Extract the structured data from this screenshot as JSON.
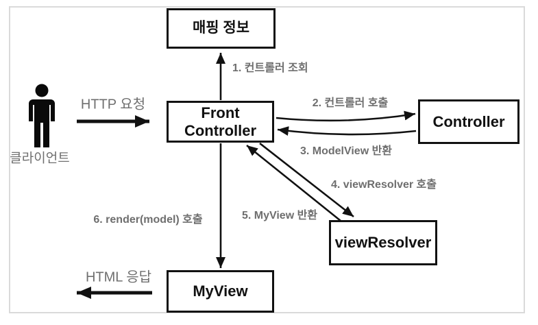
{
  "diagram": {
    "boxes": {
      "mapping": {
        "label": "매핑 정보"
      },
      "front_controller": {
        "label": "Front Controller"
      },
      "controller": {
        "label": "Controller"
      },
      "view_resolver": {
        "label": "viewResolver"
      },
      "my_view": {
        "label": "MyView"
      }
    },
    "client": {
      "label": "클라이언트",
      "icon": "person-icon"
    },
    "flow_labels": {
      "http_request": "HTTP 요청",
      "html_response": "HTML 응답",
      "step1": "1. 컨트롤러 조회",
      "step2": "2. 컨트롤러 호출",
      "step3": "3. ModelView 반환",
      "step4": "4. viewResolver 호출",
      "step5": "5. MyView 반환",
      "step6": "6. render(model) 호출"
    },
    "colors": {
      "box_border": "#111111",
      "arrow": "#111111",
      "step_label_gray": "#6e6e6e",
      "flow_label_gray": "#6f6f6f",
      "frame_border": "#dadada"
    }
  }
}
